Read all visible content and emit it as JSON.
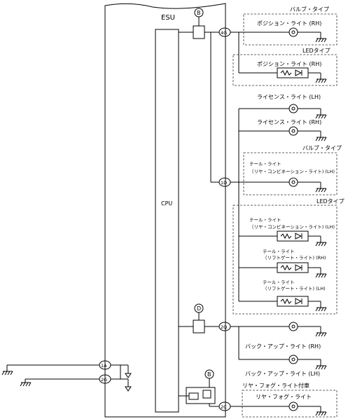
{
  "module": {
    "name": "ESU",
    "cpu": "CPU"
  },
  "ground_tags": {
    "b_top": "B",
    "d": "D",
    "b_bottom": "B"
  },
  "terminals": {
    "t4g": "4G",
    "t1d": "1D",
    "t2q": "2Q",
    "t2c": "2C",
    "t1a": "1A",
    "t2g": "2G"
  },
  "groups": {
    "bulb_type_1": "バルブ・タイプ",
    "led_type_1": "LEDタイプ",
    "bulb_type_2": "バルブ・タイプ",
    "led_type_2": "LEDタイプ",
    "rear_fog_option": "リヤ・フォグ・ライト付車"
  },
  "lamps": {
    "position_rh_bulb": "ポジション・ライト (RH)",
    "position_rh_led": "ポジション・ライト (RH)",
    "license_lh": "ライセンス・ライト (LH)",
    "license_rh": "ライセンス・ライト (RH)",
    "tail_combi_lh_bulb_1": "テール・ライト",
    "tail_combi_lh_bulb_2": "（リヤ・コンビネーション・ライト) (LH)",
    "tail_combi_lh_led_1": "テール・ライト",
    "tail_combi_lh_led_2": "（リヤ・コンビネーション・ライト) (LH)",
    "tail_liftgate_rh_1": "テール・ライト",
    "tail_liftgate_rh_2": "（リフトゲート・ライト) (RH)",
    "tail_liftgate_lh_1": "テール・ライト",
    "tail_liftgate_lh_2": "（リフトゲート・ライト) (LH)",
    "backup_rh": "バック・アップ・ライト (RH)",
    "backup_lh": "バック・アップ・ライト (LH)",
    "rear_fog": "リヤ・フォグ・ライト"
  }
}
